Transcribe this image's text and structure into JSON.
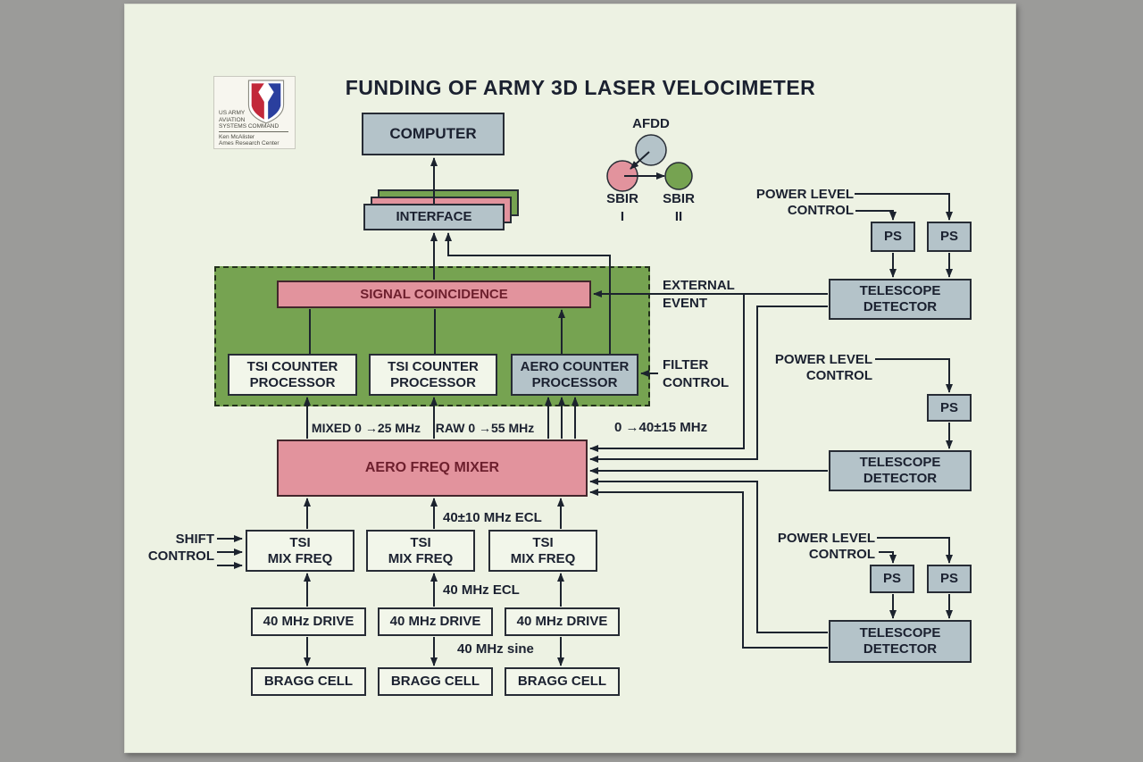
{
  "title": "FUNDING OF ARMY 3D LASER VELOCIMETER",
  "logo": {
    "org_line1": "US ARMY",
    "org_line2": "AVIATION",
    "org_line3": "SYSTEMS COMMAND",
    "credit_line1": "Ken McAlister",
    "credit_line2": "Ames Research Center"
  },
  "funding_legend": {
    "afdd_label": "AFDD",
    "sbir1_line1": "SBIR",
    "sbir1_line2": "I",
    "sbir2_line1": "SBIR",
    "sbir2_line2": "II"
  },
  "boxes": {
    "computer": "COMPUTER",
    "interface": "INTERFACE",
    "signal_coincidence": "SIGNAL COINCIDENCE",
    "tsi_counter": {
      "l1": "TSI COUNTER",
      "l2": "PROCESSOR"
    },
    "aero_counter": {
      "l1": "AERO COUNTER",
      "l2": "PROCESSOR"
    },
    "aero_freq_mixer": "AERO FREQ MIXER",
    "tsi_mix_freq": {
      "l1": "TSI",
      "l2": "MIX FREQ"
    },
    "drive_40mhz": "40 MHz DRIVE",
    "bragg_cell": "BRAGG CELL",
    "ps": "PS",
    "telescope": {
      "l1": "TELESCOPE",
      "l2": "DETECTOR"
    }
  },
  "labels": {
    "power_level": "POWER LEVEL",
    "control": "CONTROL",
    "external_event": {
      "l1": "EXTERNAL",
      "l2": "EVENT"
    },
    "filter_control": {
      "l1": "FILTER",
      "l2": "CONTROL"
    },
    "shift": "SHIFT",
    "shift_control2": "CONTROL",
    "mixed_range": "MIXED 0 →25 MHz",
    "raw_range": "RAW 0 →55 MHz",
    "aero_range": "0 →40±15 MHz",
    "ecl_40_10": "40±10 MHz ECL",
    "ecl_40": "40 MHz ECL",
    "sine_40": "40 MHz sine"
  },
  "colors": {
    "slide_background": "#edf2e3",
    "surround_gray": "#9b9b99",
    "box_blue_gray": "#b4c3c9",
    "box_pink": "#e2939d",
    "funding_green": "#76a351",
    "line_dark": "#1c232e",
    "maroon_text": "#6d1f2d",
    "dark_text": "#1b2130",
    "logo_red": "#c2283a",
    "logo_blue": "#2a3f9e"
  }
}
